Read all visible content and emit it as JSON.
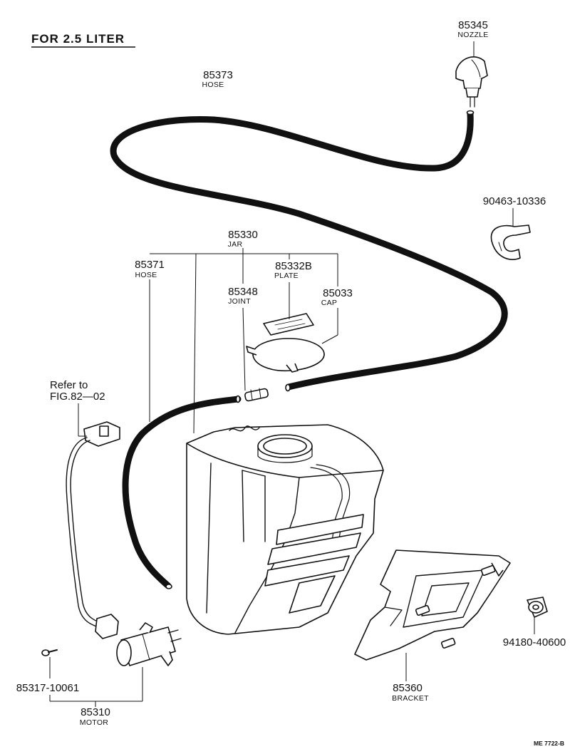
{
  "title": "FOR 2.5 LITER",
  "reference": {
    "line1": "Refer to",
    "line2": "FIG.82—02"
  },
  "parts": [
    {
      "id": "nozzle",
      "number": "85345",
      "name": "NOZZLE"
    },
    {
      "id": "hose-85373",
      "number": "85373",
      "name": "HOSE"
    },
    {
      "id": "clip",
      "number": "90463-10336",
      "name": ""
    },
    {
      "id": "jar",
      "number": "85330",
      "name": "JAR"
    },
    {
      "id": "hose-85371",
      "number": "85371",
      "name": "HOSE"
    },
    {
      "id": "plate",
      "number": "85332B",
      "name": "PLATE"
    },
    {
      "id": "joint",
      "number": "85348",
      "name": "JOINT"
    },
    {
      "id": "cap",
      "number": "85033",
      "name": "CAP"
    },
    {
      "id": "grommet",
      "number": "94180-40600",
      "name": ""
    },
    {
      "id": "bracket",
      "number": "85360",
      "name": "BRACKET"
    },
    {
      "id": "screw",
      "number": "85317-10061",
      "name": ""
    },
    {
      "id": "motor",
      "number": "85310",
      "name": "MOTOR"
    }
  ],
  "figure_code": "ME 7722-B"
}
